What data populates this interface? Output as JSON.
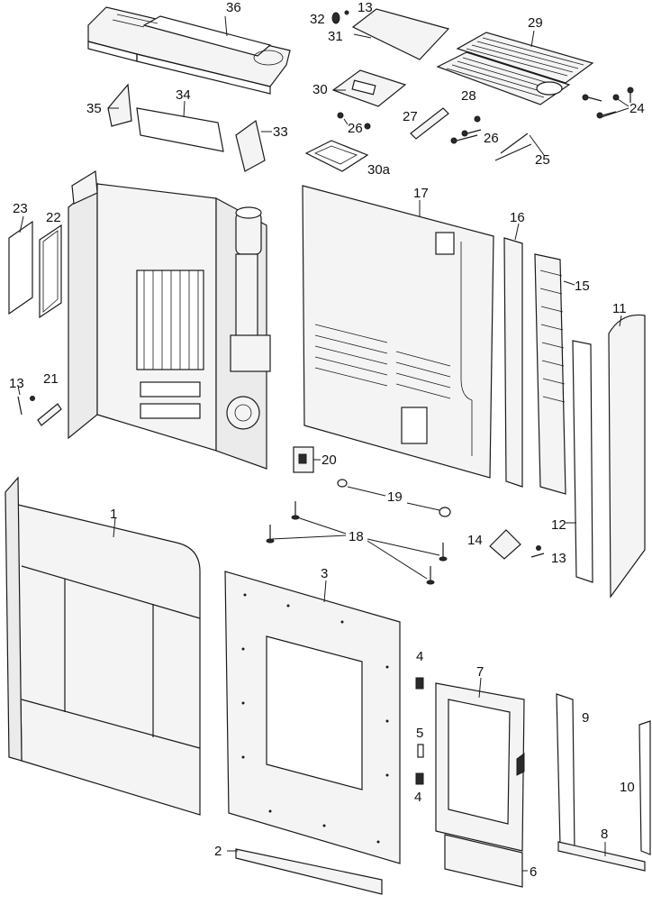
{
  "diagram": {
    "labels": [
      {
        "id": "p36",
        "text": "36"
      },
      {
        "id": "p32",
        "text": "32"
      },
      {
        "id": "p13a",
        "text": "13"
      },
      {
        "id": "p31",
        "text": "31"
      },
      {
        "id": "p29",
        "text": "29"
      },
      {
        "id": "p28",
        "text": "28"
      },
      {
        "id": "p30",
        "text": "30"
      },
      {
        "id": "p24",
        "text": "24"
      },
      {
        "id": "p35",
        "text": "35"
      },
      {
        "id": "p34",
        "text": "34"
      },
      {
        "id": "p33",
        "text": "33"
      },
      {
        "id": "p26a",
        "text": "26"
      },
      {
        "id": "p27",
        "text": "27"
      },
      {
        "id": "p26b",
        "text": "26"
      },
      {
        "id": "p25",
        "text": "25"
      },
      {
        "id": "p30a",
        "text": "30a"
      },
      {
        "id": "p23",
        "text": "23"
      },
      {
        "id": "p22",
        "text": "22"
      },
      {
        "id": "p17",
        "text": "17"
      },
      {
        "id": "p16",
        "text": "16"
      },
      {
        "id": "p15",
        "text": "15"
      },
      {
        "id": "p11",
        "text": "11"
      },
      {
        "id": "p13b",
        "text": "13"
      },
      {
        "id": "p21",
        "text": "21"
      },
      {
        "id": "p20",
        "text": "20"
      },
      {
        "id": "p19",
        "text": "19"
      },
      {
        "id": "p1",
        "text": "1"
      },
      {
        "id": "p18",
        "text": "18"
      },
      {
        "id": "p14",
        "text": "14"
      },
      {
        "id": "p12",
        "text": "12"
      },
      {
        "id": "p13c",
        "text": "13"
      },
      {
        "id": "p3",
        "text": "3"
      },
      {
        "id": "p4a",
        "text": "4"
      },
      {
        "id": "p7",
        "text": "7"
      },
      {
        "id": "p9",
        "text": "9"
      },
      {
        "id": "p5",
        "text": "5"
      },
      {
        "id": "p4b",
        "text": "4"
      },
      {
        "id": "p10",
        "text": "10"
      },
      {
        "id": "p2",
        "text": "2"
      },
      {
        "id": "p8",
        "text": "8"
      },
      {
        "id": "p6",
        "text": "6"
      }
    ]
  }
}
